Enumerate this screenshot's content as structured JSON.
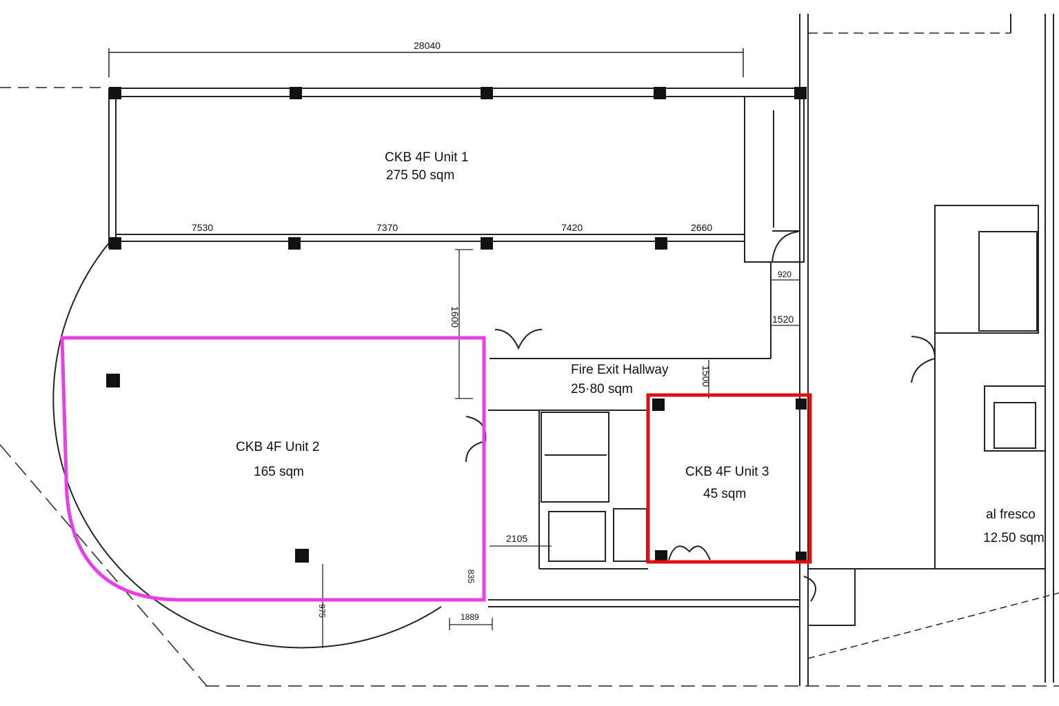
{
  "units": {
    "unit1": {
      "name": "CKB 4F Unit 1",
      "area": "275 50 sqm"
    },
    "unit2": {
      "name": "CKB 4F Unit 2",
      "area": "165 sqm"
    },
    "unit3": {
      "name": "CKB 4F Unit 3",
      "area": "45 sqm"
    },
    "hallway": {
      "name": "Fire Exit Hallway",
      "area": "25·80 sqm"
    },
    "alfresco": {
      "name": "al fresco",
      "area": "12.50 sqm"
    }
  },
  "dimensions": {
    "overall_width": "28040",
    "bay1": "7530",
    "bay2": "7370",
    "bay3": "7420",
    "bay4": "2660",
    "vertical_1600": "1600",
    "hall_1500": "1500",
    "door_920": "920",
    "stair_1520": "1520",
    "stair_2105": "2105",
    "gap_1889": "1889",
    "small_835": "835",
    "curve_975": "975"
  },
  "highlight_colors": {
    "unit2_outline": "#e83ee8",
    "unit3_outline": "#dd1111"
  }
}
